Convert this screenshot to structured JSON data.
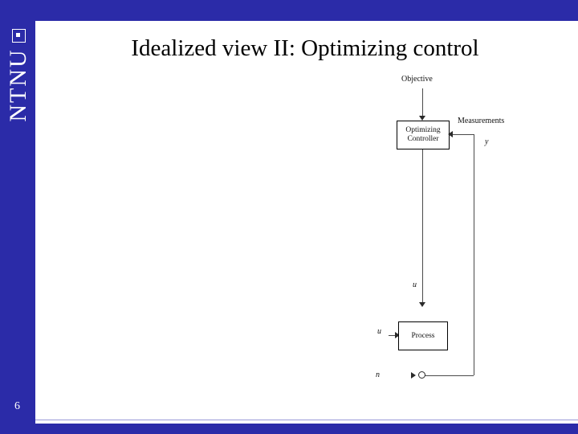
{
  "slide": {
    "title": "Idealized view II: Optimizing control",
    "page_number": "6",
    "accent_color": "#2b2ba8",
    "logo": {
      "text": "NTNU",
      "mark": "square-dot-icon"
    }
  },
  "figure": {
    "name": "optimizing-control-block-diagram",
    "labels": {
      "objective": "Objective",
      "measurements": "Measurements",
      "measurement_symbol": "y",
      "controller_line1": "Optimizing",
      "controller_line2": "Controller",
      "input_top": "u",
      "input_left": "u",
      "process": "Process",
      "output_symbol": "n"
    }
  }
}
